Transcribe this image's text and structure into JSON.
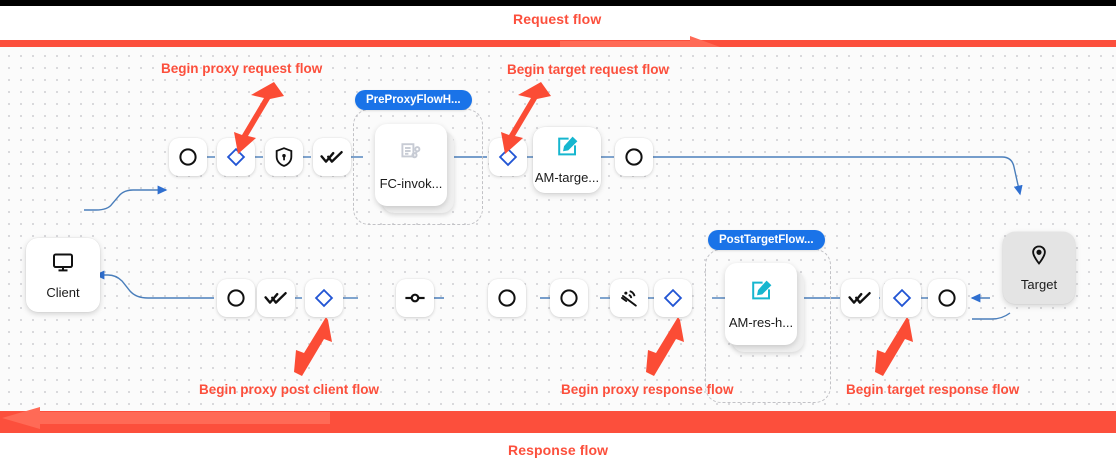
{
  "banners": {
    "request_label": "Request flow",
    "response_label": "Response flow",
    "color": "#fc4f3c"
  },
  "annotations": [
    {
      "id": "begin-proxy-request-flow",
      "text": "Begin proxy request flow"
    },
    {
      "id": "begin-target-request-flow",
      "text": "Begin target request flow"
    },
    {
      "id": "begin-proxy-post-client-flow",
      "text": "Begin proxy post client flow"
    },
    {
      "id": "begin-proxy-response-flow",
      "text": "Begin proxy response flow"
    },
    {
      "id": "begin-target-response-flow",
      "text": "Begin target response flow"
    }
  ],
  "endpoints": {
    "client": {
      "label": "Client",
      "icon": "monitor-icon"
    },
    "target": {
      "label": "Target",
      "icon": "location-pin-icon"
    }
  },
  "groups": [
    {
      "id": "pre-proxy-flow-hook",
      "pill": "PreProxyFlowH...",
      "color": "#1a73e8"
    },
    {
      "id": "post-target-flow-hook",
      "pill": "PostTargetFlow...",
      "color": "#1a73e8"
    }
  ],
  "policies": [
    {
      "id": "fc-invoke",
      "label": "FC-invok...",
      "icon": "script-config-icon",
      "muted": true
    },
    {
      "id": "am-target",
      "label": "AM-targe...",
      "icon": "edit-square-icon",
      "muted": false
    },
    {
      "id": "am-res-h",
      "label": "AM-res-h...",
      "icon": "edit-square-icon",
      "muted": false
    }
  ],
  "request_row_nodes": [
    {
      "id": "req-start",
      "icon": "circle-outline-icon"
    },
    {
      "id": "req-diamond-1",
      "icon": "blue-diamond-icon"
    },
    {
      "id": "req-security",
      "icon": "shield-lock-icon"
    },
    {
      "id": "req-checks",
      "icon": "double-check-icon"
    },
    {
      "id": "req-diamond-2",
      "icon": "blue-diamond-icon"
    },
    {
      "id": "req-end",
      "icon": "circle-outline-icon"
    }
  ],
  "response_row_nodes": [
    {
      "id": "res-circle-1",
      "icon": "circle-outline-icon"
    },
    {
      "id": "res-checks",
      "icon": "double-check-icon"
    },
    {
      "id": "res-diamond-1",
      "icon": "blue-diamond-icon"
    },
    {
      "id": "res-endpoint",
      "icon": "line-node-icon"
    },
    {
      "id": "res-circle-2",
      "icon": "circle-outline-icon"
    },
    {
      "id": "res-circle-3",
      "icon": "circle-outline-icon"
    },
    {
      "id": "res-signal",
      "icon": "broadcast-icon"
    },
    {
      "id": "res-diamond-2",
      "icon": "blue-diamond-icon"
    },
    {
      "id": "res-checks-2",
      "icon": "double-check-icon"
    },
    {
      "id": "res-diamond-3",
      "icon": "blue-diamond-icon"
    },
    {
      "id": "res-circle-4",
      "icon": "circle-outline-icon"
    }
  ],
  "theme": {
    "edge_color": "#4a7ebb",
    "accent_blue": "#1a73e8",
    "accent_cyan": "#16b6cf",
    "canvas_bg": "#fbfbfb"
  }
}
